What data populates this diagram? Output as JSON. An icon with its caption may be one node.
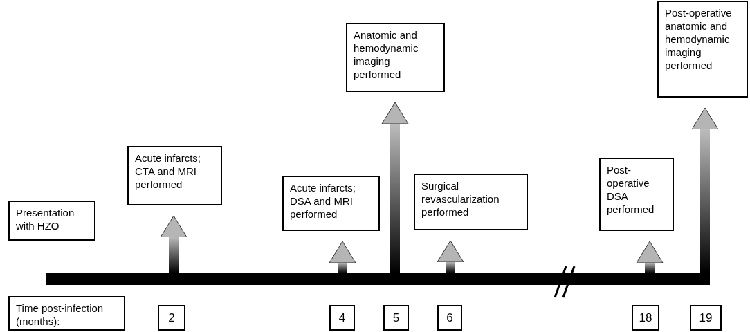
{
  "diagram": {
    "nodes": [
      {
        "text": [
          "Presentation with HZO"
        ]
      },
      {
        "text": [
          "Acute infarcts; CTA and MRI performed"
        ]
      },
      {
        "text": [
          "Acute infarcts; DSA and MRI performed"
        ]
      },
      {
        "text": [
          "Anatomic and hemodynamic imaging performed"
        ]
      },
      {
        "text": [
          "Surgical revascularization performed"
        ]
      },
      {
        "text": [
          "Post-operative DSA performed"
        ]
      },
      {
        "text": [
          "Post-operative anatomic and hemodynamic imaging performed"
        ]
      },
      {
        "text": [
          "Time post-infection (months):"
        ]
      },
      {
        "text": [
          "2"
        ]
      },
      {
        "text": [
          "4"
        ]
      },
      {
        "text": [
          "5"
        ]
      },
      {
        "text": [
          "6"
        ]
      },
      {
        "text": [
          "18"
        ]
      },
      {
        "text": [
          "19"
        ]
      },
      {
        "text": [],
        "shape": "bar"
      }
    ],
    "edges": [
      {
        "from": 14,
        "to": 1,
        "arrow": "to"
      },
      {
        "from": 14,
        "to": 2,
        "arrow": "to"
      },
      {
        "from": 14,
        "to": 3,
        "arrow": "to"
      },
      {
        "from": 14,
        "to": 4,
        "arrow": "to"
      },
      {
        "from": 14,
        "to": 5,
        "arrow": "to"
      },
      {
        "from": 14,
        "to": 6,
        "arrow": "to"
      }
    ]
  }
}
